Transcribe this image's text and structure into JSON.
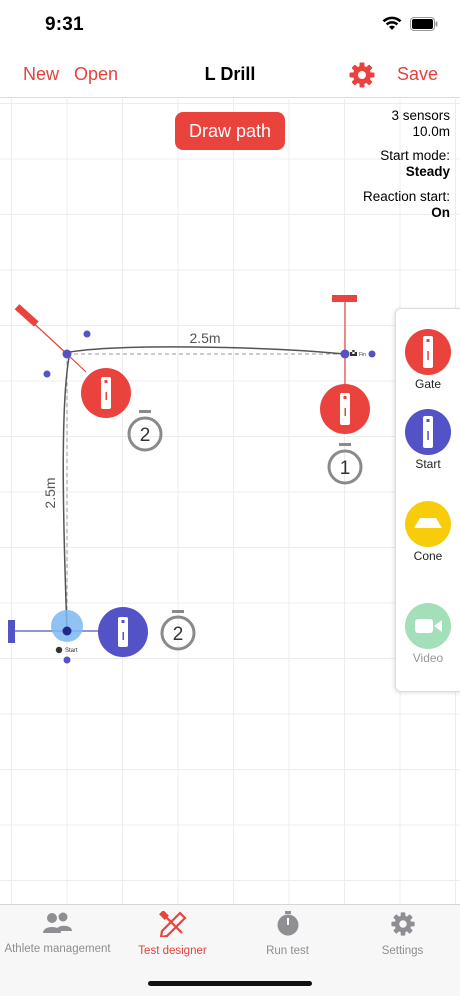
{
  "status": {
    "time": "9:31"
  },
  "nav": {
    "new_label": "New",
    "open_label": "Open",
    "title": "L Drill",
    "save_label": "Save"
  },
  "canvas": {
    "draw_path_label": "Draw path",
    "info": {
      "sensors": "3 sensors",
      "distance": "10.0m",
      "start_mode_label": "Start mode:",
      "start_mode_value": "Steady",
      "reaction_label": "Reaction start:",
      "reaction_value": "On"
    },
    "segment_top_label": "2.5m",
    "segment_left_label": "2.5m",
    "start_marker_label": "Start",
    "finish_marker_label": "Fin",
    "timers": [
      {
        "value": "2"
      },
      {
        "value": "1"
      },
      {
        "value": "2"
      }
    ]
  },
  "palette": {
    "items": [
      {
        "label": "Gate",
        "icon": "gate-sensor-icon",
        "color": "#ea433d"
      },
      {
        "label": "Start",
        "icon": "start-sensor-icon",
        "color": "#5352c7"
      },
      {
        "label": "Cone",
        "icon": "cone-icon",
        "color": "#f7cc0b"
      },
      {
        "label": "Video",
        "icon": "video-icon",
        "color": "#a3e0b9"
      }
    ]
  },
  "tabs": [
    {
      "label": "Athlete management",
      "icon": "athletes-icon",
      "active": false
    },
    {
      "label": "Test designer",
      "icon": "test-designer-icon",
      "active": true
    },
    {
      "label": "Run test",
      "icon": "stopwatch-icon",
      "active": false
    },
    {
      "label": "Settings",
      "icon": "gear-icon",
      "active": false
    }
  ],
  "colors": {
    "accent": "#ea433d",
    "start_blue": "#5352c7",
    "light_blue": "#7db9f2",
    "inactive_gray": "#8e8e93"
  }
}
